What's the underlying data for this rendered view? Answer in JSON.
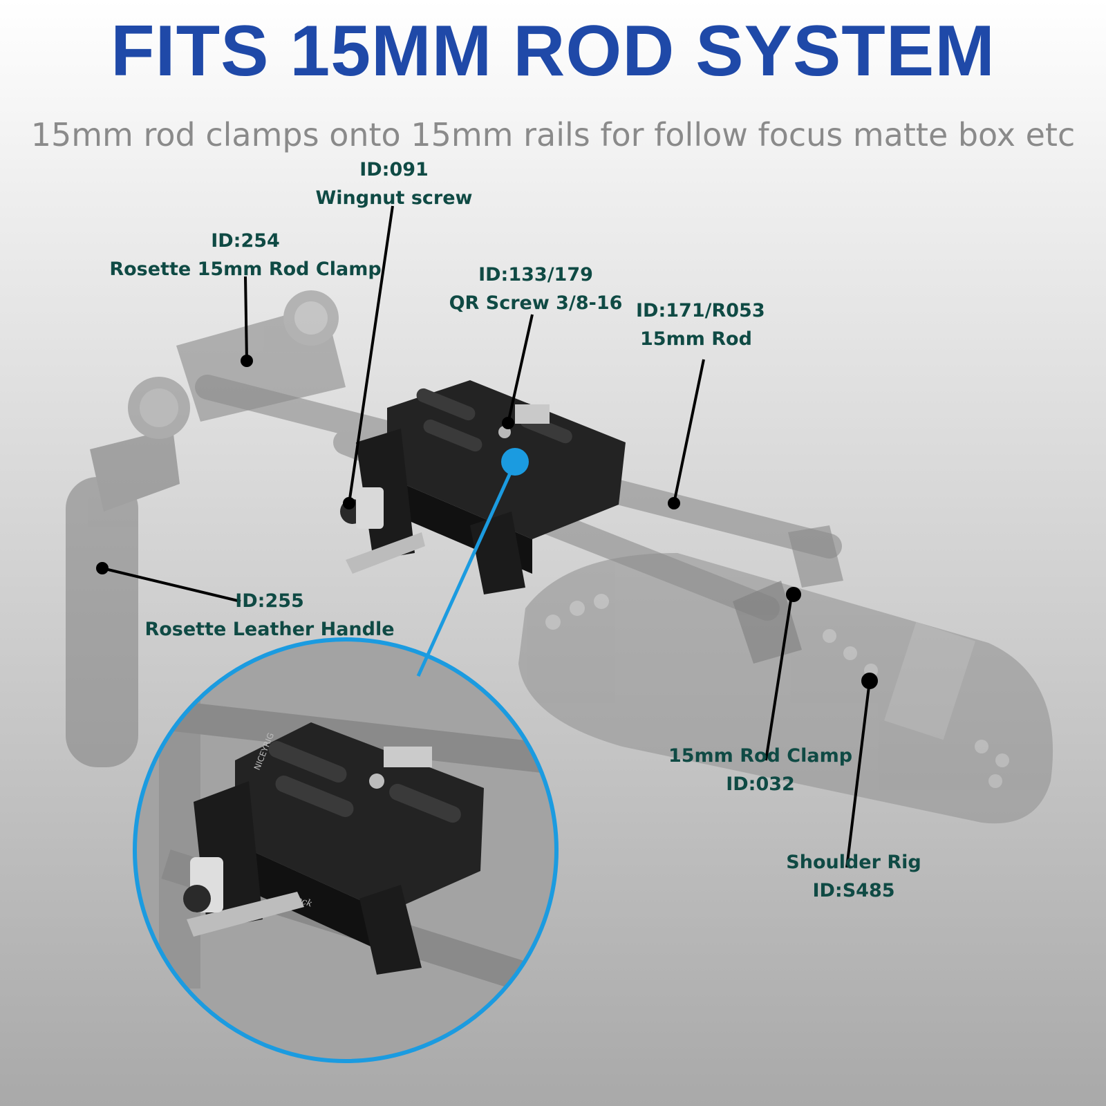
{
  "headline": "FITS 15MM ROD SYSTEM",
  "subheadline": "15mm rod clamps onto 15mm rails for follow focus matte box etc",
  "brand_mark": "NICEYRIG",
  "plate_text": "Lock",
  "callouts": [
    {
      "id_text": "ID:091",
      "name": "Wingnut screw",
      "order": "id-first"
    },
    {
      "id_text": "ID:254",
      "name": "Rosette 15mm Rod Clamp",
      "order": "id-first"
    },
    {
      "id_text": "ID:133/179",
      "name": "QR Screw 3/8-16",
      "order": "id-first"
    },
    {
      "id_text": "ID:171/R053",
      "name": "15mm Rod",
      "order": "id-first"
    },
    {
      "id_text": "ID:255",
      "name": "Rosette Leather Handle",
      "order": "id-first"
    },
    {
      "id_text": "ID:032",
      "name": "15mm Rod Clamp",
      "order": "name-first"
    },
    {
      "id_text": "ID:S485",
      "name": "Shoulder Rig",
      "order": "name-first"
    }
  ],
  "colors": {
    "headline": "#1f49a8",
    "subheadline": "#8a8a8a",
    "label_text": "#0f4a44",
    "leader_line": "#000000",
    "zoom_circle": "#1b9be0",
    "clamp_body": "#1c1c1c",
    "rig_parts_faded": "#9a9a9a"
  }
}
